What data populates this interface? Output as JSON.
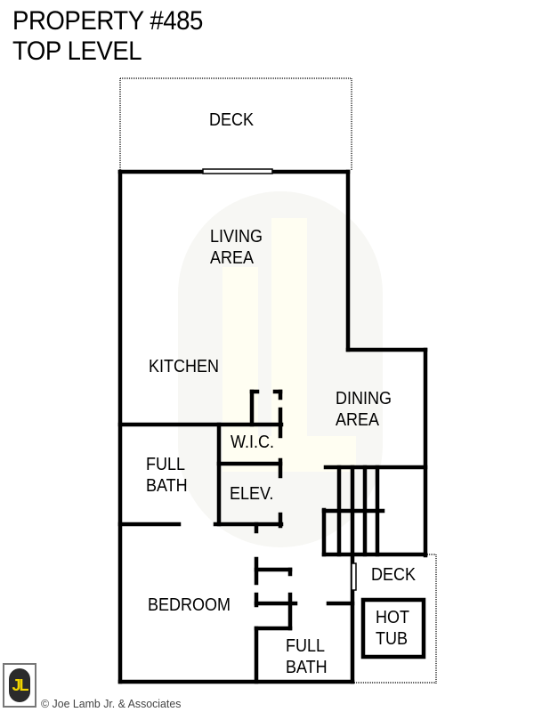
{
  "header": {
    "title_line1": "PROPERTY #485",
    "title_line2": "TOP LEVEL"
  },
  "rooms": {
    "deck_top": "DECK",
    "living_line1": "LIVING",
    "living_line2": "AREA",
    "kitchen": "KITCHEN",
    "dining_line1": "DINING",
    "dining_line2": "AREA",
    "wic": "W.I.C.",
    "full_bath_1_line1": "FULL",
    "full_bath_1_line2": "BATH",
    "elevator": "ELEV.",
    "deck_side": "DECK",
    "hot_tub_line1": "HOT",
    "hot_tub_line2": "TUB",
    "bedroom": "BEDROOM",
    "full_bath_2_line1": "FULL",
    "full_bath_2_line2": "BATH"
  },
  "footer": {
    "logo_text": "JL",
    "copyright": "© Joe Lamb Jr. & Associates"
  },
  "colors": {
    "wall": "#000000",
    "watermark": "#fffde8",
    "logo_yellow": "#f2d600",
    "logo_dark": "#2b2b2b"
  }
}
